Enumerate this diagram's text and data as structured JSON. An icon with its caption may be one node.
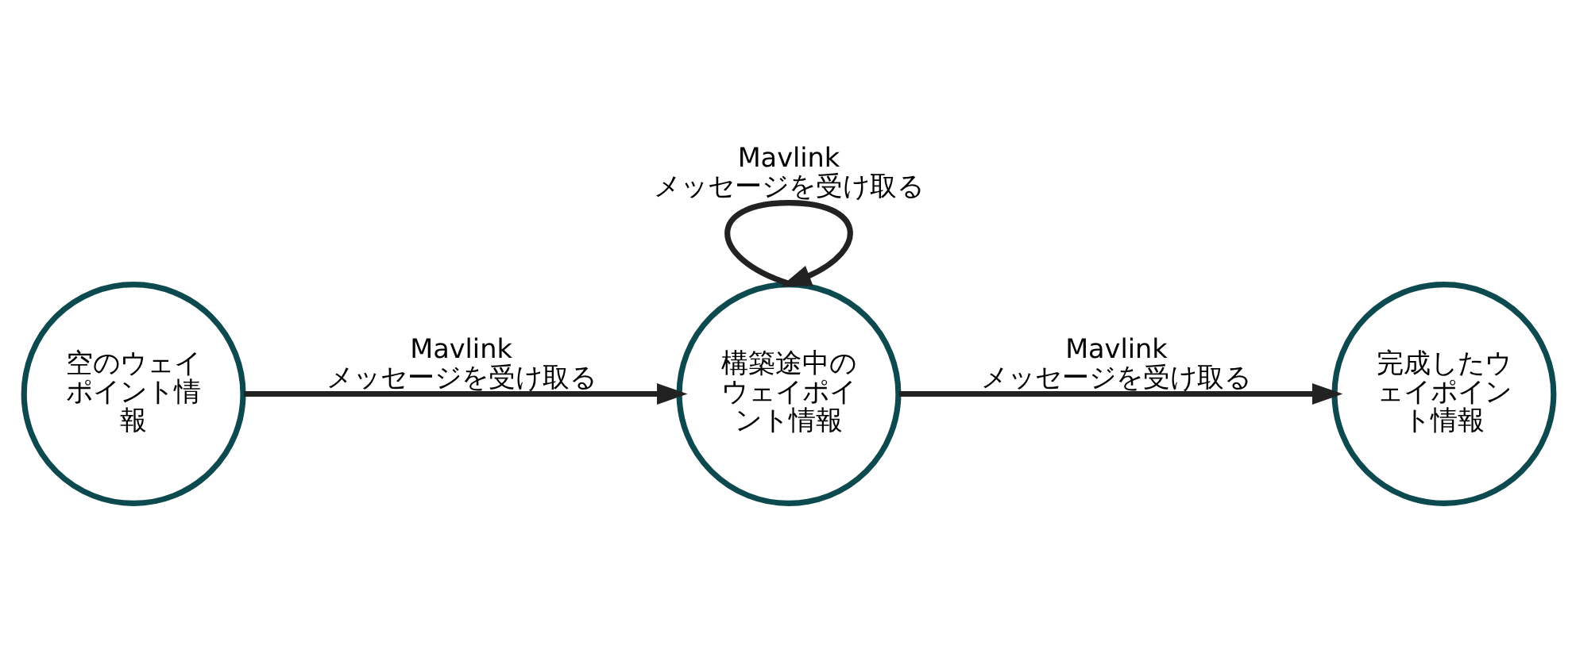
{
  "diagram": {
    "nodes": [
      {
        "text": [
          "空のウェイポイント情報"
        ]
      },
      {
        "text": [
          "構築途中のウェイポイント情報"
        ]
      },
      {
        "text": [
          "完成したウェイポイント情報"
        ]
      }
    ],
    "edges": [
      {
        "from": 0,
        "to": 1,
        "arrow": "to",
        "label": "Mavlink メッセージを受け取る"
      },
      {
        "from": 1,
        "to": 1,
        "arrow": "to",
        "label": "Mavlink メッセージを受け取る"
      },
      {
        "from": 1,
        "to": 2,
        "arrow": "to",
        "label": "Mavlink メッセージを受け取る"
      }
    ]
  }
}
